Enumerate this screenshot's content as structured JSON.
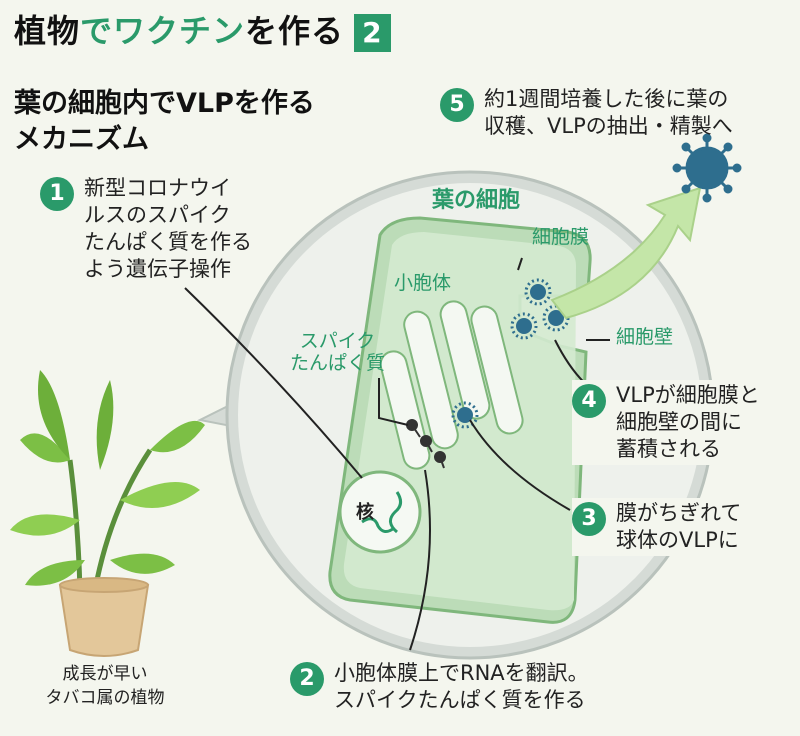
{
  "title": {
    "part1": "植物",
    "part2": "で",
    "part3": "ワクチン",
    "part4": "を作る",
    "badge": "2"
  },
  "subtitle": {
    "line1": "葉の細胞内でVLPを作る",
    "line2": "メカニズム"
  },
  "steps": [
    {
      "num": "1",
      "lines": [
        "新型コロナウイ",
        "ルスのスパイク",
        "たんぱく質を作る",
        "よう遺伝子操作"
      ]
    },
    {
      "num": "2",
      "lines": [
        "小胞体膜上でRNAを翻訳。",
        "スパイクたんぱく質を作る"
      ]
    },
    {
      "num": "3",
      "lines": [
        "膜がちぎれて",
        "球体のVLPに"
      ]
    },
    {
      "num": "4",
      "lines": [
        "VLPが細胞膜と",
        "細胞壁の間に",
        "蓄積される"
      ]
    },
    {
      "num": "5",
      "lines": [
        "約1週間培養した後に葉の",
        "収穫、VLPの抽出・精製へ"
      ]
    }
  ],
  "labels": {
    "cell": "葉の細胞",
    "membrane": "細胞膜",
    "wall": "細胞壁",
    "er": "小胞体",
    "spike_l1": "スパイク",
    "spike_l2": "たんぱく質",
    "nucleus": "核"
  },
  "plant_caption": {
    "line1": "成長が早い",
    "line2": "タバコ属の植物"
  },
  "colors": {
    "accent": "#2a9a6a",
    "vlp": "#2e6e8e",
    "cell_fill": "#cfe6cb",
    "bubble": "#d5dbd6"
  }
}
